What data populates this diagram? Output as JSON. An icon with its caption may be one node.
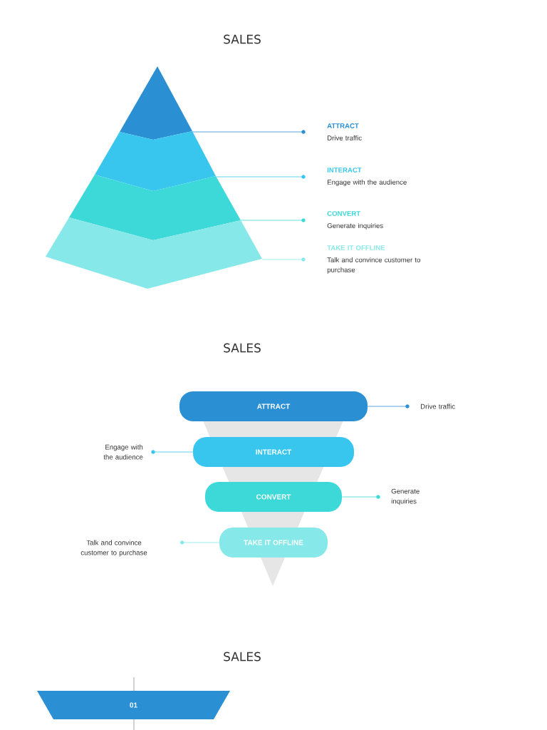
{
  "diagram": {
    "nodes": [
      {
        "text": [],
        "shape": "band"
      },
      {
        "text": [],
        "shape": "band"
      },
      {
        "text": [],
        "shape": "band"
      },
      {
        "text": [],
        "shape": "band"
      },
      {
        "text": [
          "ATTRACT",
          "Drive traffic"
        ]
      },
      {
        "text": [
          "INTERACT",
          "Engage with the audience"
        ]
      },
      {
        "text": [
          "CONVERT",
          "Generate inquiries"
        ]
      },
      {
        "text": [
          "TAKE IT OFFLINE",
          "Talk and convince customer to purchase"
        ]
      },
      {
        "text": [
          "ATTRACT"
        ]
      },
      {
        "text": [
          "INTERACT"
        ]
      },
      {
        "text": [
          "CONVERT"
        ]
      },
      {
        "text": [
          "TAKE IT OFFLINE"
        ]
      },
      {
        "text": [
          "Drive traffic"
        ]
      },
      {
        "text": [
          "Engage with the audience"
        ]
      },
      {
        "text": [
          "Generate inquiries"
        ]
      },
      {
        "text": [
          "Talk and convince customer to purchase"
        ]
      },
      {
        "text": [
          "01"
        ]
      }
    ],
    "edges": [
      {
        "from": 4,
        "to": 0,
        "arrow": "other",
        "color": "#2b8fd4"
      },
      {
        "from": 5,
        "to": 1,
        "arrow": "other",
        "color": "#38c6ee"
      },
      {
        "from": 6,
        "to": 2,
        "arrow": "other",
        "color": "#3dd8d8"
      },
      {
        "from": 7,
        "to": 3,
        "arrow": "other",
        "color": "#86e8e8"
      },
      {
        "from": 12,
        "to": 8,
        "arrow": "other",
        "color": "#2b8fd4"
      },
      {
        "from": 13,
        "to": 9,
        "arrow": "other",
        "color": "#38c6ee"
      },
      {
        "from": 14,
        "to": 10,
        "arrow": "other",
        "color": "#3dd8d8"
      },
      {
        "from": 15,
        "to": 11,
        "arrow": "other",
        "color": "#86e8e8"
      }
    ],
    "labels": [
      "SALES",
      "SALES",
      "SALES"
    ]
  }
}
